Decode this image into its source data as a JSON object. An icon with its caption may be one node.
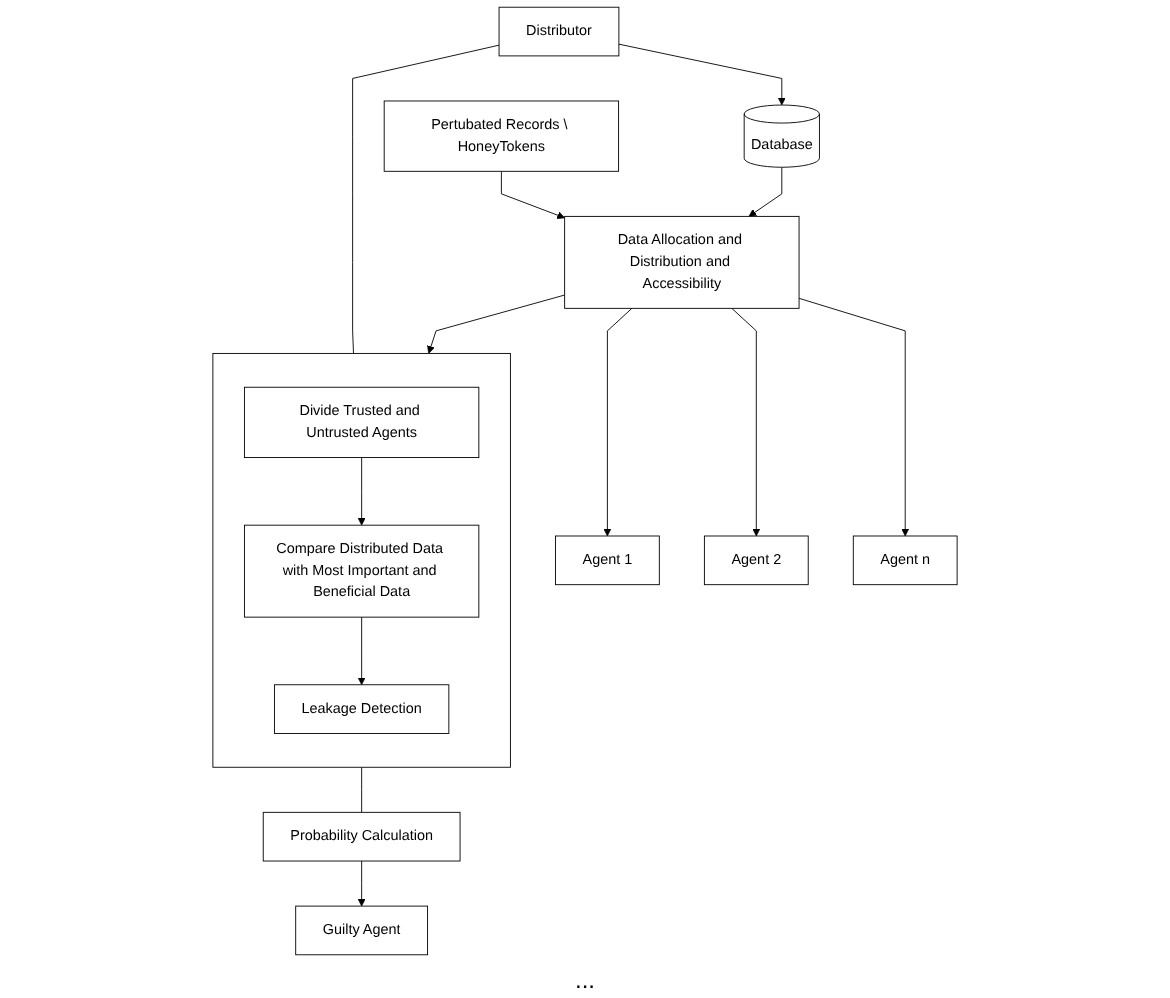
{
  "diagram": {
    "nodes": [
      {
        "text": [
          "Pertubated Records \\ HoneyTokens"
        ]
      },
      {
        "text": [
          "Database"
        ]
      },
      {
        "text": [
          "Distributor"
        ]
      },
      {
        "text": [
          "Data Allocation and Distribution and Accessibility"
        ]
      },
      {
        "text": [
          "Agent 1"
        ]
      },
      {
        "text": [
          "Agent 2"
        ]
      },
      {
        "text": [
          "Agent n"
        ]
      },
      {
        "text": [],
        "shape": "box"
      },
      {
        "text": [
          "Divide Trusted and Untrusted Agents"
        ],
        "in": 7
      },
      {
        "text": [
          "Compare Distributed Data with Most Important and Beneficial Data"
        ],
        "in": 7
      },
      {
        "text": [
          "Leakage Detection"
        ],
        "in": 7
      },
      {
        "text": [
          "Probability Calculation"
        ]
      },
      {
        "text": [
          "Guilty Agent"
        ]
      }
    ],
    "edges": [
      {
        "from": 0,
        "to": 3,
        "arrow": "to"
      },
      {
        "from": 1,
        "to": 3,
        "arrow": "to"
      },
      {
        "from": 2,
        "to": 1,
        "arrow": "to"
      },
      {
        "from": 2,
        "to": 7,
        "arrow": "none"
      },
      {
        "from": 3,
        "to": 7,
        "arrow": "to"
      },
      {
        "from": 3,
        "to": 4,
        "arrow": "to"
      },
      {
        "from": 3,
        "to": 5,
        "arrow": "to"
      },
      {
        "from": 3,
        "to": 6,
        "arrow": "to"
      },
      {
        "from": 8,
        "to": 9,
        "arrow": "to"
      },
      {
        "from": 9,
        "to": 10,
        "arrow": "to"
      },
      {
        "from": 7,
        "to": 11,
        "arrow": "none"
      },
      {
        "from": 11,
        "to": 12,
        "arrow": "to"
      }
    ],
    "labels": [
      "..."
    ]
  }
}
